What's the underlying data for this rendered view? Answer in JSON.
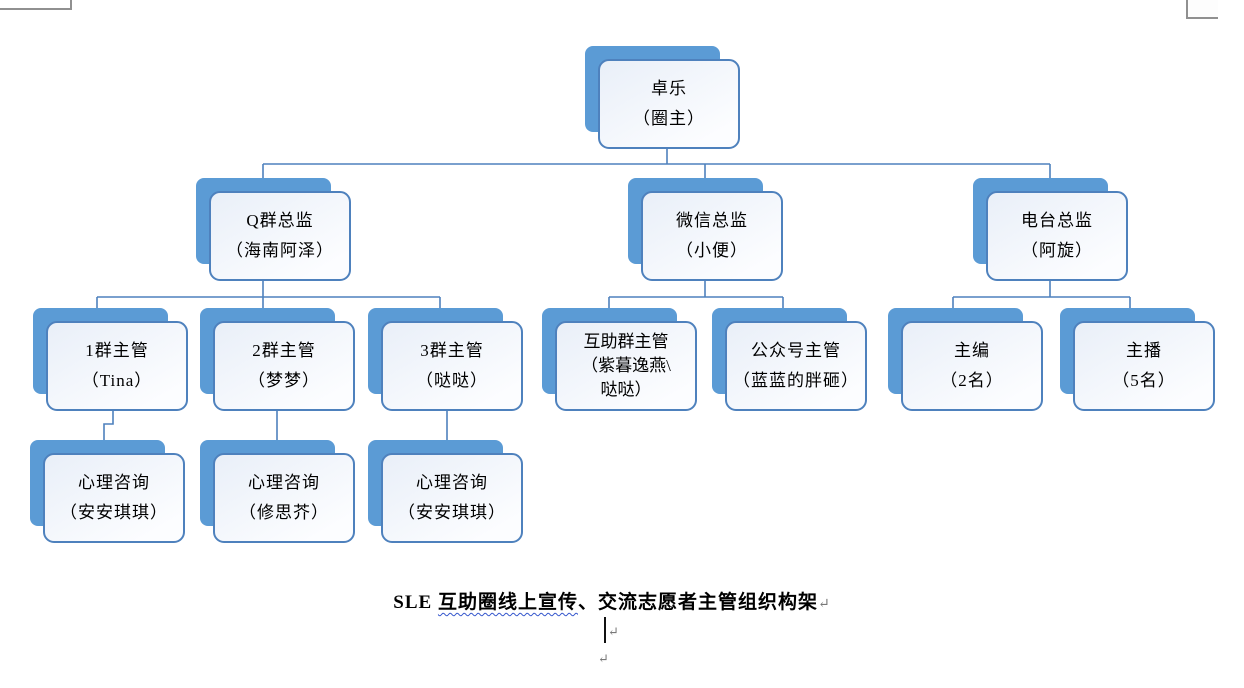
{
  "type": "org-chart",
  "caption": {
    "prefix": "SLE ",
    "wavy": "互助圈线上宣传",
    "rest": "、交流志愿者主管组织构架",
    "para_mark": "↵"
  },
  "paragraph_mark": "↵",
  "nodes": [
    {
      "id": "leader",
      "lines": [
        "卓乐",
        "（圈主）"
      ]
    },
    {
      "id": "q-director",
      "lines": [
        "Q群总监",
        "（海南阿泽）"
      ]
    },
    {
      "id": "wechat-director",
      "lines": [
        "微信总监",
        "（小便）"
      ]
    },
    {
      "id": "radio-director",
      "lines": [
        "电台总监",
        "（阿旋）"
      ]
    },
    {
      "id": "group1",
      "lines": [
        "1群主管",
        "（Tina）"
      ]
    },
    {
      "id": "group2",
      "lines": [
        "2群主管",
        "（梦梦）"
      ]
    },
    {
      "id": "group3",
      "lines": [
        "3群主管",
        "（哒哒）"
      ]
    },
    {
      "id": "mutual-aid",
      "lines": [
        "互助群主管",
        "（紫暮逸燕\\",
        "哒哒）"
      ]
    },
    {
      "id": "official-account",
      "lines": [
        "公众号主管",
        "（蓝蓝的胖砸）"
      ]
    },
    {
      "id": "editor",
      "lines": [
        "主编",
        "（2名）"
      ]
    },
    {
      "id": "broadcaster",
      "lines": [
        "主播",
        "（5名）"
      ]
    },
    {
      "id": "counsel1",
      "lines": [
        "心理咨询",
        "（安安琪琪）"
      ]
    },
    {
      "id": "counsel2",
      "lines": [
        "心理咨询",
        "（修思芥）"
      ]
    },
    {
      "id": "counsel3",
      "lines": [
        "心理咨询",
        "（安安琪琪）"
      ]
    }
  ],
  "edges": [
    [
      "leader",
      "q-director"
    ],
    [
      "leader",
      "wechat-director"
    ],
    [
      "leader",
      "radio-director"
    ],
    [
      "q-director",
      "group1"
    ],
    [
      "q-director",
      "group2"
    ],
    [
      "q-director",
      "group3"
    ],
    [
      "wechat-director",
      "mutual-aid"
    ],
    [
      "wechat-director",
      "official-account"
    ],
    [
      "radio-director",
      "editor"
    ],
    [
      "radio-director",
      "broadcaster"
    ],
    [
      "group1",
      "counsel1"
    ],
    [
      "group2",
      "counsel2"
    ],
    [
      "group3",
      "counsel3"
    ]
  ],
  "colors": {
    "shadow": "#5B9BD5",
    "border": "#4E81BD",
    "line": "#4E81BD",
    "fill_top": "#E9EFF8",
    "fill_bottom": "#FCFDFF",
    "text": "#000000",
    "squiggle": "#3355CC",
    "mark": "#777777",
    "fragment_border": "#909090"
  }
}
